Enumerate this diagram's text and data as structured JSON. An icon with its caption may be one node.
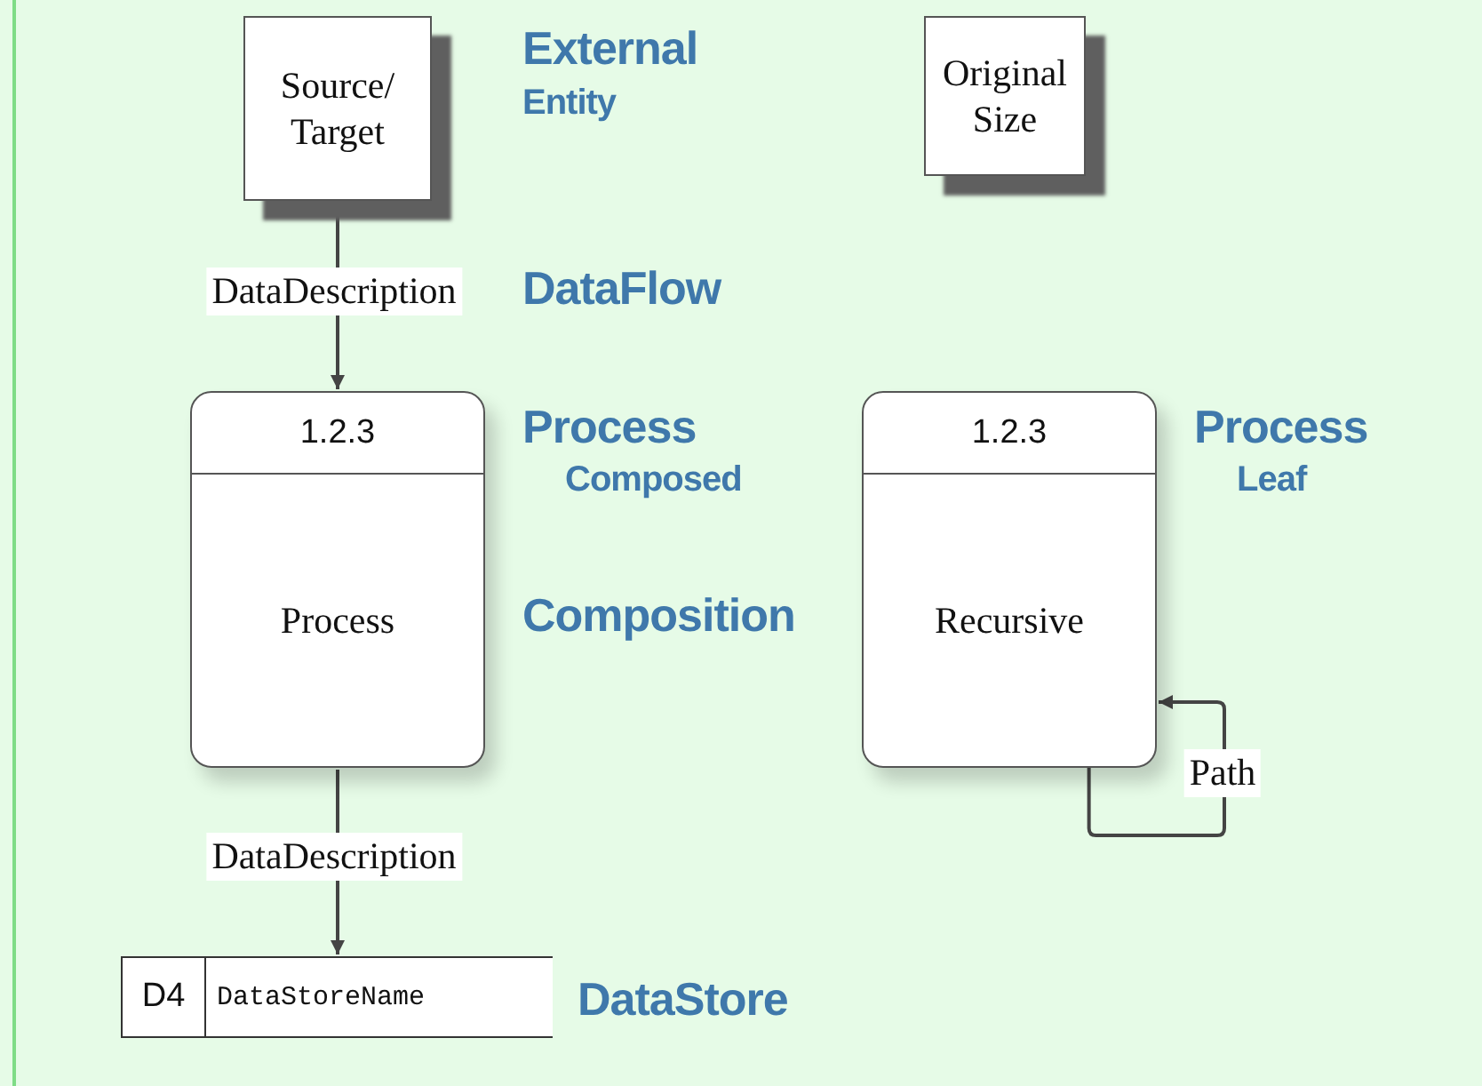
{
  "diagram": {
    "nodes": [
      {
        "text": [
          "Source/ Target"
        ]
      },
      {
        "text": [
          "Original Size"
        ]
      },
      {
        "text": [
          "1.2.3",
          "Process"
        ]
      },
      {
        "text": [
          "1.2.3",
          "Recursive"
        ]
      },
      {
        "text": [
          "D4",
          "DataStoreName"
        ]
      }
    ],
    "edges": [
      {
        "from": 0,
        "to": 2,
        "arrow": "to",
        "label": "DataDescription"
      },
      {
        "from": 2,
        "to": 4,
        "arrow": "to",
        "label": "DataDescription"
      },
      {
        "from": 3,
        "to": 3,
        "arrow": "to",
        "label": "Path"
      }
    ],
    "labels": [
      "External",
      "Entity",
      "DataFlow",
      "Process",
      "Composed",
      "Composition",
      "Process",
      "Leaf",
      "DataStore"
    ]
  }
}
